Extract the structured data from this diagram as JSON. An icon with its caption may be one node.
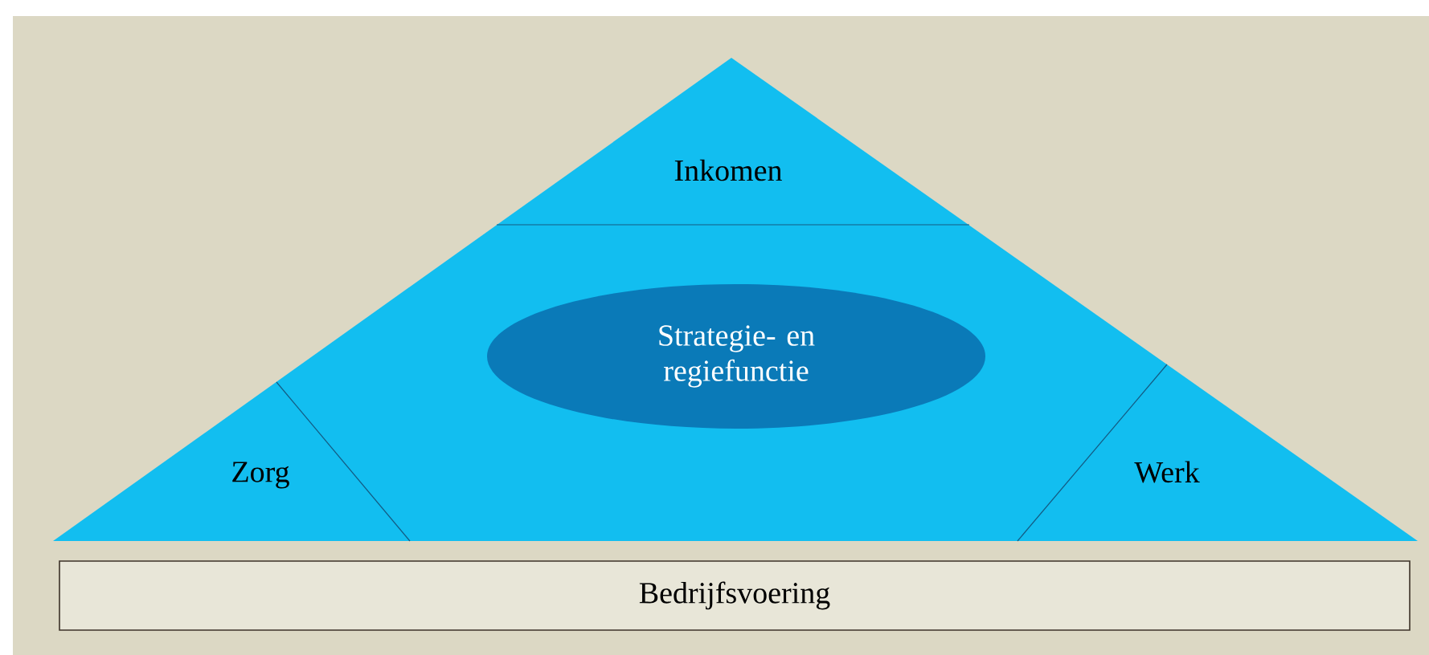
{
  "diagram": {
    "nodes": [
      {
        "text": [
          "Inkomen"
        ]
      },
      {
        "text": [
          "Strategie- en regiefunctie"
        ]
      },
      {
        "text": [
          "Zorg"
        ]
      },
      {
        "text": [
          "Werk"
        ]
      },
      {
        "text": [
          "Bedrijfsvoering"
        ]
      }
    ]
  }
}
